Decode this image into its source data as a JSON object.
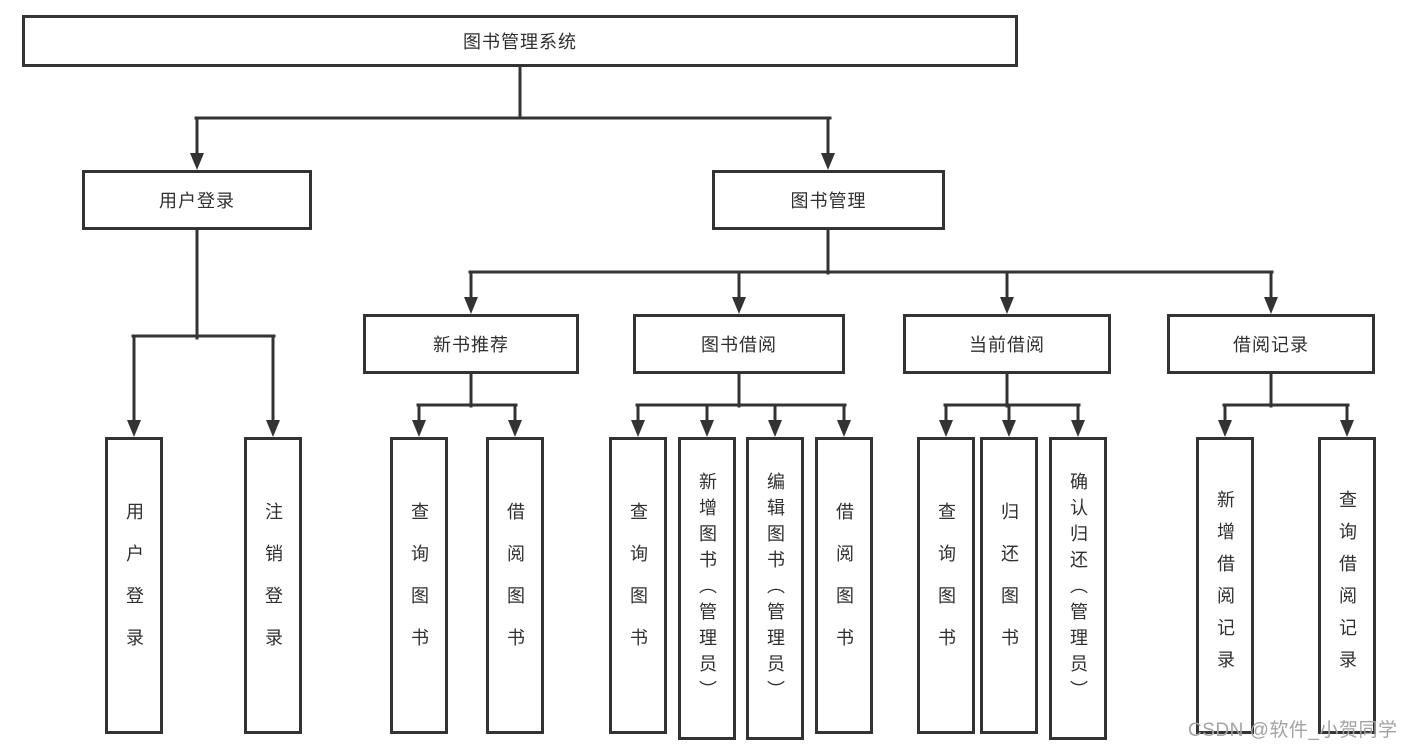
{
  "root": {
    "label": "图书管理系统"
  },
  "branches": [
    {
      "label": "用户登录",
      "leaves": [
        "用户登录",
        "注销登录"
      ]
    },
    {
      "label": "图书管理",
      "groups": [
        {
          "label": "新书推荐",
          "leaves": [
            "查询图书",
            "借阅图书"
          ]
        },
        {
          "label": "图书借阅",
          "leaves": [
            "查询图书",
            "新增图书（管理员）",
            "编辑图书（管理员）",
            "借阅图书"
          ]
        },
        {
          "label": "当前借阅",
          "leaves": [
            "查询图书",
            "归还图书",
            "确认归还（管理员）"
          ]
        },
        {
          "label": "借阅记录",
          "leaves": [
            "新增借阅记录",
            "查询借阅记录"
          ]
        }
      ]
    }
  ],
  "watermark": {
    "text": "CSDN @软件_小贺同学"
  },
  "colors": {
    "line": "#333333",
    "text": "#2f2f2f",
    "box_background": "#ffffff",
    "watermark": "#a3a3a3"
  }
}
